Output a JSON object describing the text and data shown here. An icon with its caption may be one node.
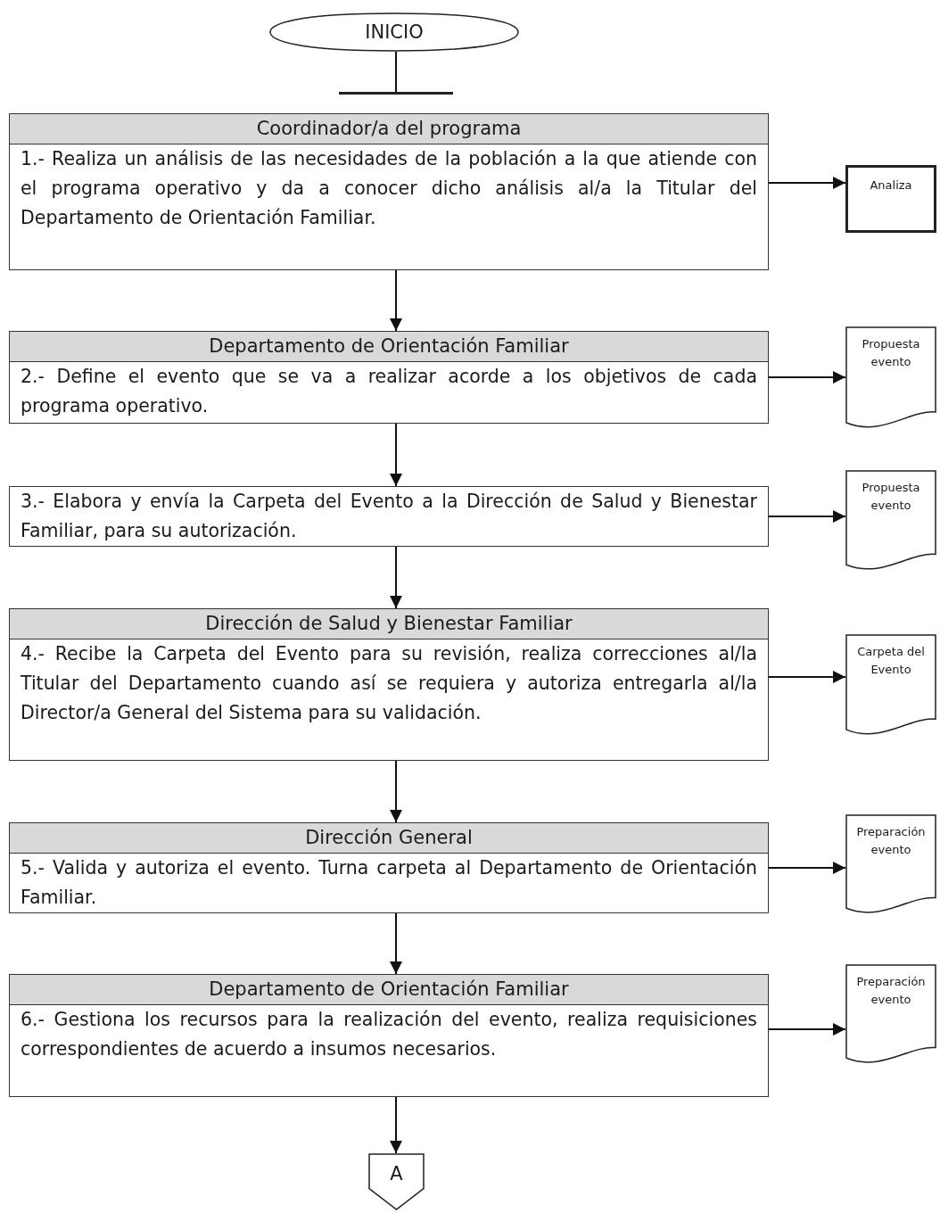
{
  "diagram": {
    "nodes": [
      {
        "text": [
          "INICIO"
        ]
      },
      {
        "text": [],
        "shape": "bar"
      },
      {
        "text": [
          "Coordinador/a del programa",
          "1.- Realiza un análisis de las necesidades de la población a la que atiende con el programa operativo y da a conocer dicho análisis al/a la Titular del Departamento de Orientación Familiar."
        ]
      },
      {
        "text": [
          "Analiza"
        ]
      },
      {
        "text": [
          "Departamento de Orientación Familiar",
          "2.- Define el evento que se va a realizar acorde a los objetivos de cada programa operativo."
        ]
      },
      {
        "text": [
          "Propuesta evento"
        ]
      },
      {
        "text": [
          "3.- Elabora y envía la Carpeta del Evento a la Dirección de Salud y Bienestar Familiar, para su autorización."
        ]
      },
      {
        "text": [
          "Propuesta evento"
        ]
      },
      {
        "text": [
          "Dirección de Salud y Bienestar Familiar",
          "4.- Recibe la Carpeta del Evento para su revisión, realiza correcciones al/la Titular del Departamento cuando así se requiera y autoriza entregarla al/la Director/a General del Sistema para su validación."
        ]
      },
      {
        "text": [
          "Carpeta del Evento"
        ]
      },
      {
        "text": [
          "Dirección General",
          "5.- Valida y autoriza el evento. Turna carpeta al Departamento de Orientación Familiar."
        ]
      },
      {
        "text": [
          "Preparación evento"
        ]
      },
      {
        "text": [
          "Departamento de Orientación Familiar",
          "6.- Gestiona los recursos para la realización del evento, realiza requisiciones correspondientes de acuerdo a insumos necesarios."
        ]
      },
      {
        "text": [
          "Preparación evento"
        ]
      },
      {
        "text": [
          "A"
        ]
      }
    ],
    "edges": [
      {
        "from": 0,
        "to": 1,
        "arrow": "none"
      },
      {
        "from": 2,
        "to": 3,
        "arrow": "to"
      },
      {
        "from": 2,
        "to": 4,
        "arrow": "to"
      },
      {
        "from": 4,
        "to": 5,
        "arrow": "to"
      },
      {
        "from": 4,
        "to": 6,
        "arrow": "to"
      },
      {
        "from": 6,
        "to": 7,
        "arrow": "to"
      },
      {
        "from": 6,
        "to": 8,
        "arrow": "to"
      },
      {
        "from": 8,
        "to": 9,
        "arrow": "to"
      },
      {
        "from": 8,
        "to": 10,
        "arrow": "to"
      },
      {
        "from": 10,
        "to": 11,
        "arrow": "to"
      },
      {
        "from": 10,
        "to": 12,
        "arrow": "to"
      },
      {
        "from": 12,
        "to": 13,
        "arrow": "to"
      },
      {
        "from": 12,
        "to": 14,
        "arrow": "to"
      }
    ]
  }
}
